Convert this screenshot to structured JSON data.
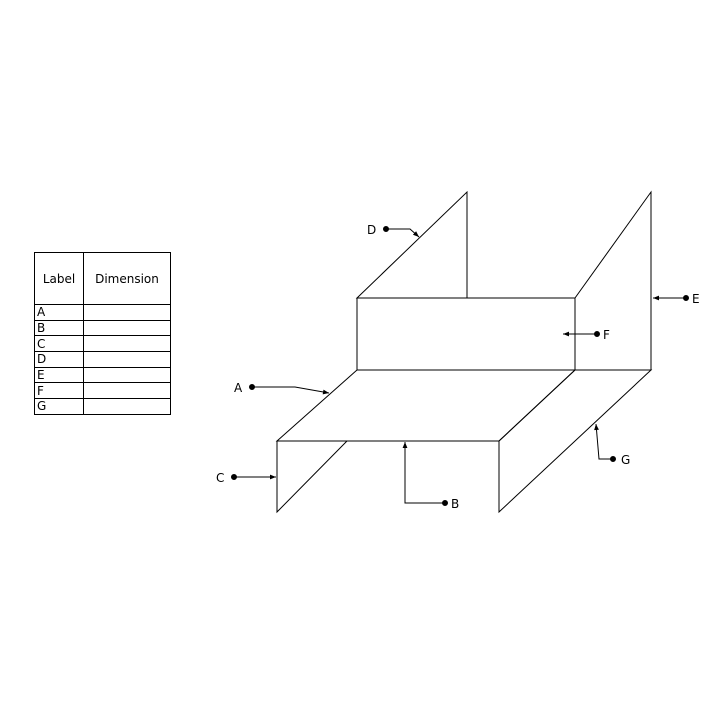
{
  "table": {
    "headers": [
      "Label",
      "Dimension"
    ],
    "rows": [
      {
        "label": "A",
        "dimension": ""
      },
      {
        "label": "B",
        "dimension": ""
      },
      {
        "label": "C",
        "dimension": ""
      },
      {
        "label": "D",
        "dimension": ""
      },
      {
        "label": "E",
        "dimension": ""
      },
      {
        "label": "F",
        "dimension": ""
      },
      {
        "label": "G",
        "dimension": ""
      }
    ]
  },
  "callouts": [
    "A",
    "B",
    "C",
    "D",
    "E",
    "F",
    "G"
  ]
}
